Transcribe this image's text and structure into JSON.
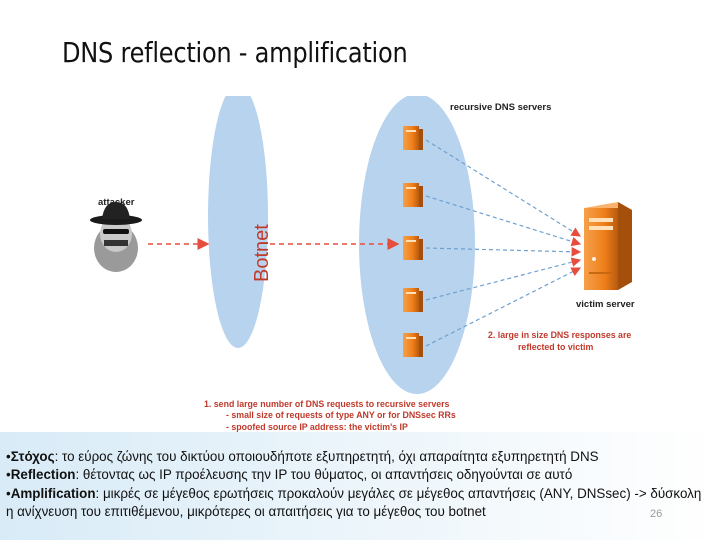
{
  "slide": {
    "title": "DNS reflection - amplification",
    "page_number": "26"
  },
  "diagram": {
    "botnet_label": "Botnet",
    "attacker_label": "attacker",
    "servers_label": "recursive DNS servers",
    "victim_label": "victim server",
    "server_count": 5,
    "step1": {
      "main": "1. send large number of DNS requests to recursive servers",
      "sub1": "- small size of requests of type ANY or for DNSsec RRs",
      "sub2": "- spoofed source IP address: the victim's IP"
    },
    "step2": {
      "line1": "2. large in size DNS responses are",
      "line2": "reflected to victim"
    },
    "colors": {
      "ellipse": "#b7d3ee",
      "botnet_text": "#c0392b",
      "arrow": "#e74c3c",
      "annotation": "#c0392b",
      "server": "#ef7f1a"
    }
  },
  "bullets": [
    {
      "label": "Στόχος",
      "text": ": το εύρος ζώνης του δικτύου οποιουδήποτε εξυπηρετητή, όχι απαραίτητα εξυπηρετητή DNS"
    },
    {
      "label": "Reflection",
      "text": ": θέτοντας ως IP προέλευσης την IP του θύματος, οι απαντήσεις οδηγούνται σε αυτό"
    },
    {
      "label": "Amplification",
      "text": ": μικρές σε μέγεθος ερωτήσεις προκαλούν μεγάλες σε μέγεθος απαντήσεις (ANY, DNSsec) -> δύσκολη η ανίχνευση του επιτιθέμενου, μικρότερες οι απαιτήσεις για το μέγεθος του botnet"
    }
  ]
}
